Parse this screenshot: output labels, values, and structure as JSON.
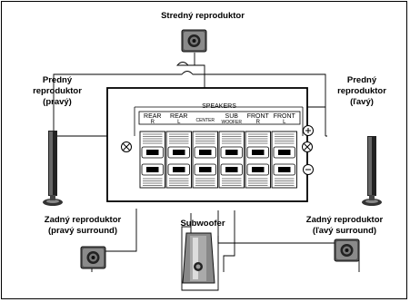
{
  "labels": {
    "center_speaker": "Stredný reproduktor",
    "front_right": [
      "Predný",
      "reproduktor",
      "(pravý)"
    ],
    "front_left": [
      "Predný",
      "reproduktor",
      "(ľavý)"
    ],
    "rear_right": [
      "Zadný reproduktor",
      "(pravý surround)"
    ],
    "rear_left": [
      "Zadný reproduktor",
      "(ľavý surround)"
    ],
    "subwoofer": "Subwoofer"
  },
  "panel": {
    "title": "SPEAKERS",
    "terminals": [
      {
        "line1": "REAR",
        "line2": "R"
      },
      {
        "line1": "REAR",
        "line2": "L"
      },
      {
        "line1": "",
        "line2": "CENTER"
      },
      {
        "line1": "SUB",
        "line2": "WOOFER"
      },
      {
        "line1": "FRONT",
        "line2": "R"
      },
      {
        "line1": "FRONT",
        "line2": "L"
      }
    ],
    "plus_symbol": "⊕",
    "minus_symbol": "⊖"
  }
}
